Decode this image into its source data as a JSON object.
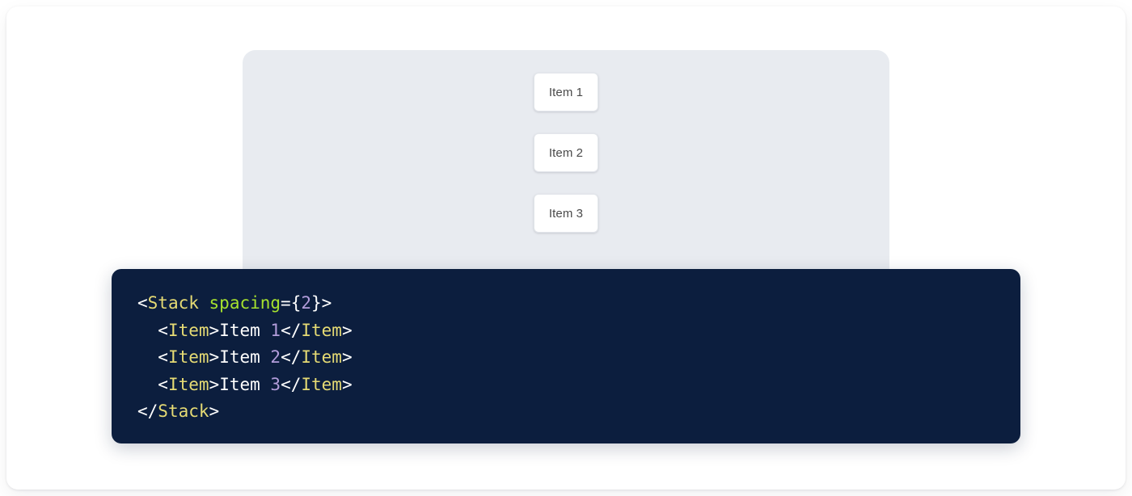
{
  "colors": {
    "page_background": "#ffffff",
    "card_background": "#ffffff",
    "preview_panel_background": "#e8ebf0",
    "item_background": "#ffffff",
    "item_border": "#e3e6eb",
    "item_text": "#4a4a4a",
    "code_background": "#0c1e3e",
    "code_punctuation": "#ffffff",
    "code_tag": "#e6db74",
    "code_attribute": "#a6e22e",
    "code_number": "#b39ddb",
    "code_text": "#ffffff"
  },
  "preview": {
    "component": "Stack",
    "items": [
      {
        "label": "Item 1"
      },
      {
        "label": "Item 2"
      },
      {
        "label": "Item 3"
      }
    ]
  },
  "code": {
    "language": "jsx",
    "lines": [
      {
        "indent": "",
        "tokens": [
          {
            "text": "<",
            "type": "punct"
          },
          {
            "text": "Stack",
            "type": "tag"
          },
          {
            "text": " ",
            "type": "punct"
          },
          {
            "text": "spacing",
            "type": "attr"
          },
          {
            "text": "=",
            "type": "punct"
          },
          {
            "text": "{",
            "type": "punct"
          },
          {
            "text": "2",
            "type": "num"
          },
          {
            "text": "}",
            "type": "punct"
          },
          {
            "text": ">",
            "type": "punct"
          }
        ]
      },
      {
        "indent": "  ",
        "tokens": [
          {
            "text": "<",
            "type": "punct"
          },
          {
            "text": "Item",
            "type": "tag"
          },
          {
            "text": ">",
            "type": "punct"
          },
          {
            "text": "Item ",
            "type": "text"
          },
          {
            "text": "1",
            "type": "num"
          },
          {
            "text": "</",
            "type": "punct"
          },
          {
            "text": "Item",
            "type": "tag"
          },
          {
            "text": ">",
            "type": "punct"
          }
        ]
      },
      {
        "indent": "  ",
        "tokens": [
          {
            "text": "<",
            "type": "punct"
          },
          {
            "text": "Item",
            "type": "tag"
          },
          {
            "text": ">",
            "type": "punct"
          },
          {
            "text": "Item ",
            "type": "text"
          },
          {
            "text": "2",
            "type": "num"
          },
          {
            "text": "</",
            "type": "punct"
          },
          {
            "text": "Item",
            "type": "tag"
          },
          {
            "text": ">",
            "type": "punct"
          }
        ]
      },
      {
        "indent": "  ",
        "tokens": [
          {
            "text": "<",
            "type": "punct"
          },
          {
            "text": "Item",
            "type": "tag"
          },
          {
            "text": ">",
            "type": "punct"
          },
          {
            "text": "Item ",
            "type": "text"
          },
          {
            "text": "3",
            "type": "num"
          },
          {
            "text": "</",
            "type": "punct"
          },
          {
            "text": "Item",
            "type": "tag"
          },
          {
            "text": ">",
            "type": "punct"
          }
        ]
      },
      {
        "indent": "",
        "tokens": [
          {
            "text": "</",
            "type": "punct"
          },
          {
            "text": "Stack",
            "type": "tag"
          },
          {
            "text": ">",
            "type": "punct"
          }
        ]
      }
    ]
  }
}
